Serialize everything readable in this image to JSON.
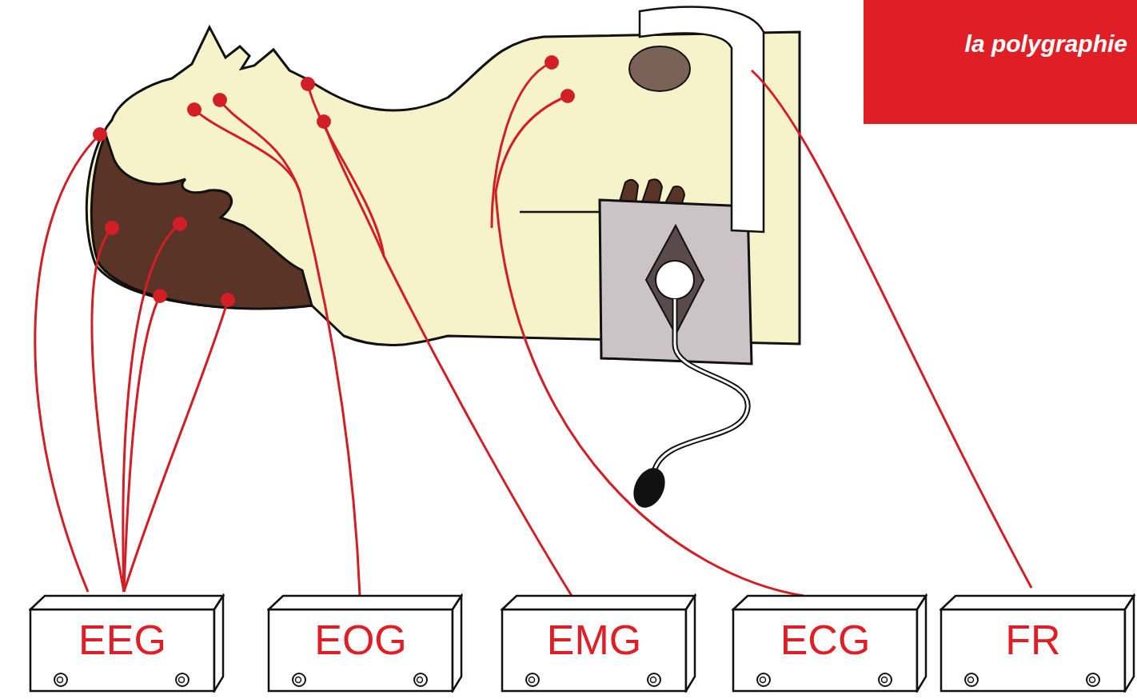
{
  "diagram": {
    "title": "la polygraphie",
    "nodes": [
      {
        "text": [
          "EEG"
        ]
      },
      {
        "text": [
          "EOG"
        ]
      },
      {
        "text": [
          "EMG"
        ]
      },
      {
        "text": [
          "ECG"
        ]
      },
      {
        "text": [
          "FR"
        ]
      }
    ]
  }
}
